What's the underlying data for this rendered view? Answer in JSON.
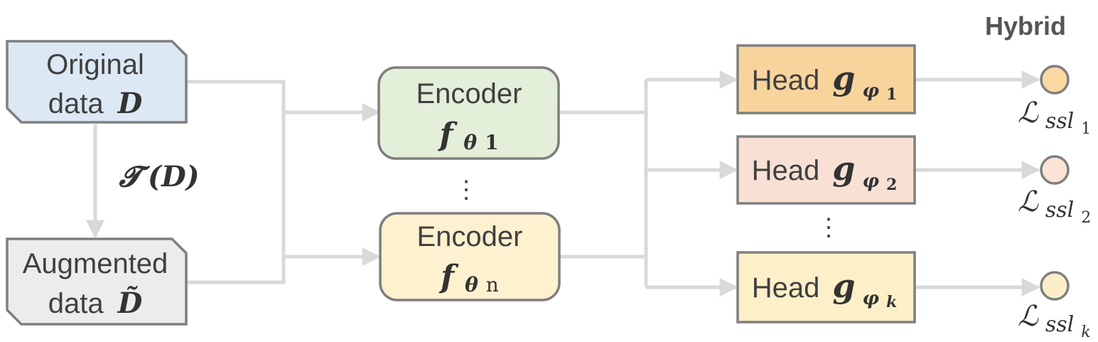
{
  "title": "Hybrid",
  "colors": {
    "original": "#dde8f5",
    "augmented": "#ececec",
    "encoder_1": "#e3efd9",
    "encoder_n": "#fdf1cf",
    "head_1": "#f8d49d",
    "head_2": "#f8e1d4",
    "head_k": "#fdf0c8",
    "loss_1": "#fbd9a3",
    "loss_2": "#fbe3d6",
    "loss_k": "#fdeec9",
    "wire": "#d9d9d9",
    "border": "#7f7f7f"
  },
  "inputs": {
    "original": {
      "line1": "Original",
      "word": "data",
      "symbol": "D"
    },
    "augmented": {
      "line1": "Augmented",
      "word": "data",
      "symbol": "D̃"
    }
  },
  "transform": {
    "symbol": "𝓣",
    "arg": "(D)"
  },
  "encoders": {
    "first": {
      "label": "Encoder",
      "symbol": "f",
      "sub": "θ",
      "subsub": "1"
    },
    "last": {
      "label": "Encoder",
      "symbol": "f",
      "sub": "θ",
      "subsub": "n"
    },
    "ellipsis": "⋮"
  },
  "heads": {
    "first": {
      "label": "Head",
      "symbol": "g",
      "sub": "φ",
      "subsub": "1"
    },
    "second": {
      "label": "Head",
      "symbol": "g",
      "sub": "φ",
      "subsub": "2"
    },
    "last": {
      "label": "Head",
      "symbol": "g",
      "sub": "φ",
      "subsub": "k"
    },
    "ellipsis": "⋮"
  },
  "losses": {
    "first": {
      "symbol": "ℒ",
      "sub": "ssl",
      "subsub": "1"
    },
    "second": {
      "symbol": "ℒ",
      "sub": "ssl",
      "subsub": "2"
    },
    "last": {
      "symbol": "ℒ",
      "sub": "ssl",
      "subsub": "k"
    }
  }
}
